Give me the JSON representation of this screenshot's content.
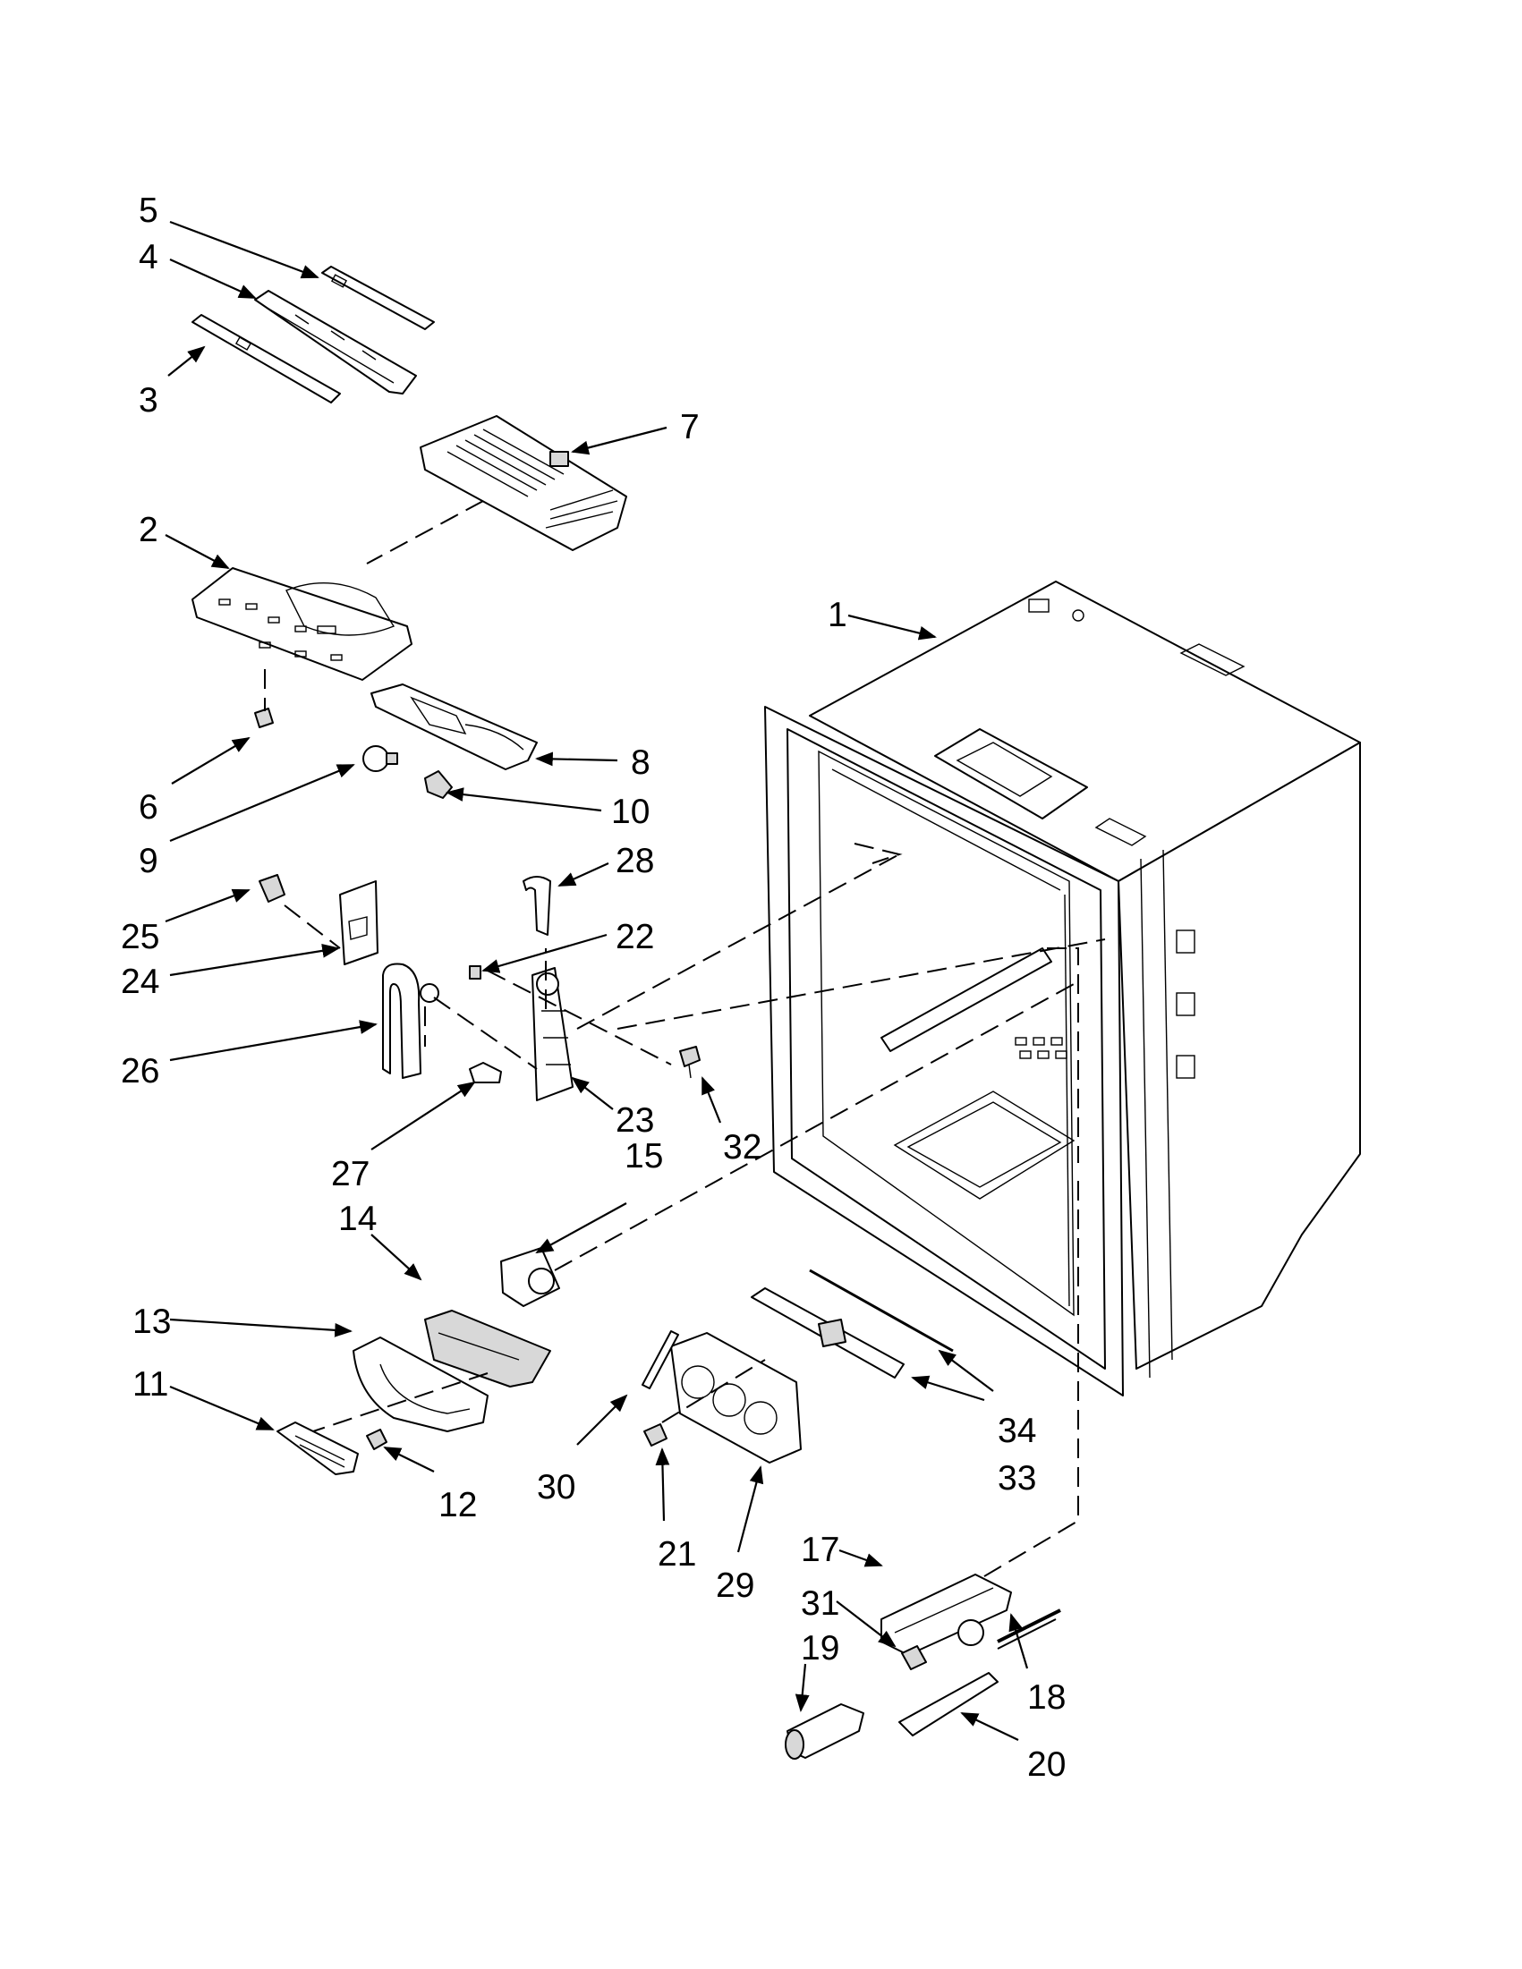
{
  "diagram": {
    "callouts": {
      "c1": "1",
      "c2": "2",
      "c3": "3",
      "c4": "4",
      "c5": "5",
      "c6": "6",
      "c7": "7",
      "c8": "8",
      "c9": "9",
      "c10": "10",
      "c11": "11",
      "c12": "12",
      "c13": "13",
      "c14": "14",
      "c15": "15",
      "c17": "17",
      "c18": "18",
      "c19": "19",
      "c20": "20",
      "c21": "21",
      "c22": "22",
      "c23": "23",
      "c24": "24",
      "c25": "25",
      "c26": "26",
      "c27": "27",
      "c28": "28",
      "c29": "29",
      "c30": "30",
      "c31": "31",
      "c32": "32",
      "c33": "33",
      "c34": "34"
    }
  }
}
